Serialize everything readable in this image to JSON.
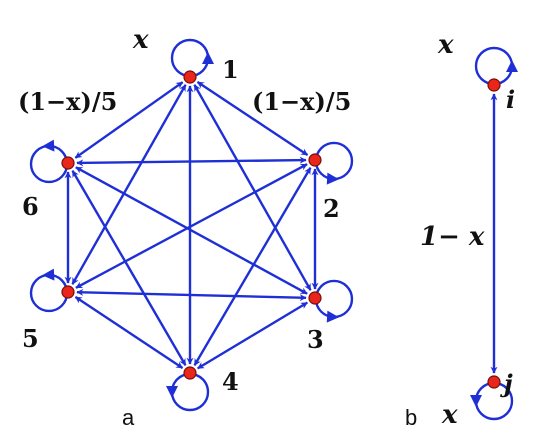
{
  "colors": {
    "edge": "#1f2fd6",
    "node_fill": "#e8261c",
    "node_stroke": "#7a0d08",
    "text": "#111111"
  },
  "panel_a": {
    "caption": "a",
    "nodes": [
      {
        "id": "1",
        "label": "1"
      },
      {
        "id": "2",
        "label": "2"
      },
      {
        "id": "3",
        "label": "3"
      },
      {
        "id": "4",
        "label": "4"
      },
      {
        "id": "5",
        "label": "5"
      },
      {
        "id": "6",
        "label": "6"
      }
    ],
    "self_loop_label": "x",
    "edge_label_left": "(1−x)/5",
    "edge_label_right": "(1−x)/5"
  },
  "panel_b": {
    "caption": "b",
    "node_i": "i",
    "node_j": "j",
    "loop_label_i": "x",
    "loop_label_j": "x",
    "edge_label": "1− x"
  }
}
